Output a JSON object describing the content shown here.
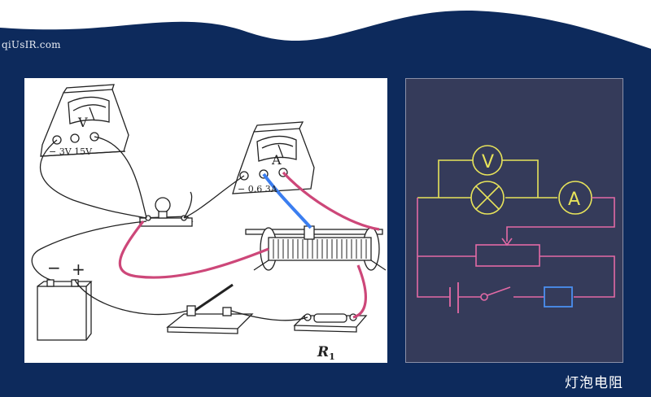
{
  "watermark": "qiUsIR.com",
  "caption": "灯泡电阻",
  "colors": {
    "background": "#0d2a5c",
    "circuit_yellow": "#e7e35a",
    "circuit_pink": "#e36aa6",
    "resistor_blue": "#4a8ff0"
  },
  "photo": {
    "voltmeter": {
      "symbol": "V",
      "terminal_labels": "−  3V 15V"
    },
    "ammeter": {
      "symbol": "A",
      "terminal_labels": "−  0.6  3A"
    },
    "battery": {
      "minus": "−",
      "plus": "+"
    },
    "resistor_label": "R",
    "resistor_subscript": "1"
  },
  "schematic": {
    "voltmeter_symbol": "V",
    "ammeter_symbol": "A"
  }
}
